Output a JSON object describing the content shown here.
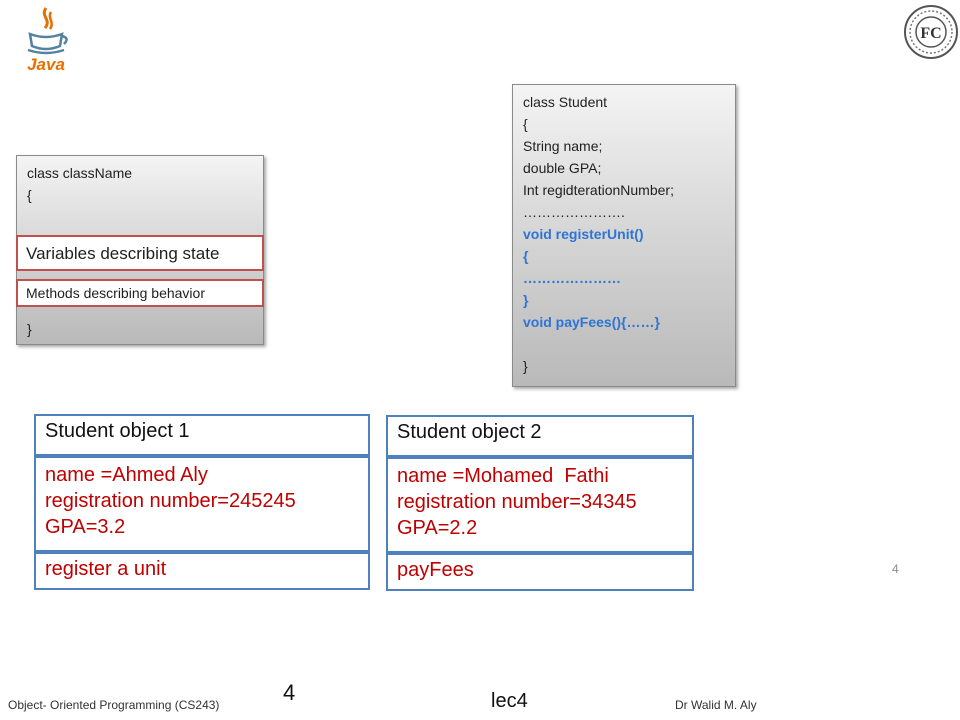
{
  "logos": {
    "java_text": "Java",
    "seal_text": "FC"
  },
  "class_template": {
    "lines": [
      "class className",
      "{"
    ],
    "state": "Variables describing state",
    "behavior": "Methods describing behavior",
    "closing": "}"
  },
  "class_student": {
    "lines": [
      "class Student",
      "{",
      "String name;",
      "double GPA;",
      "Int regidterationNumber;",
      "………………….",
      "void registerUnit()",
      "{",
      "…………………",
      "}",
      "void payFees(){……}",
      "",
      "}"
    ]
  },
  "object1": {
    "title": "Student object 1",
    "attributes": [
      "name =Ahmed Aly",
      "registration number=245245",
      "GPA=3.2"
    ],
    "method": "register a unit"
  },
  "object2": {
    "title": "Student object 2",
    "attributes": [
      "name =Mohamed  Fathi",
      "registration number=34345",
      "GPA=2.2"
    ],
    "method": "payFees"
  },
  "footer": {
    "slide_number_small": "4",
    "course": "Object- Oriented Programming (CS243)",
    "page": "4",
    "lecture": "lec4",
    "author": "Dr Walid M. Aly"
  }
}
